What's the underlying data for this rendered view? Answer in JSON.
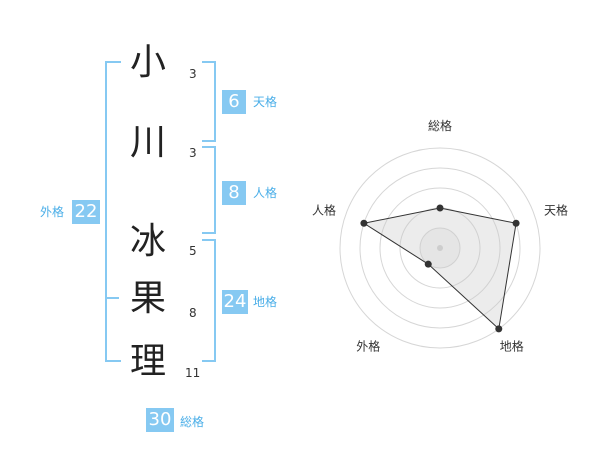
{
  "name": {
    "chars": [
      {
        "char": "小",
        "strokes": "3"
      },
      {
        "char": "川",
        "strokes": "3"
      },
      {
        "char": "冰",
        "strokes": "5"
      },
      {
        "char": "果",
        "strokes": "8"
      },
      {
        "char": "理",
        "strokes": "11"
      }
    ]
  },
  "kakaku": {
    "tenkaku": {
      "value": "6",
      "label": "天格"
    },
    "jinkaku": {
      "value": "8",
      "label": "人格"
    },
    "chikaku": {
      "value": "24",
      "label": "地格"
    },
    "gaikaku": {
      "value": "22",
      "label": "外格"
    },
    "soukaku": {
      "value": "30",
      "label": "総格"
    }
  },
  "colors": {
    "accent": "#86c9f2",
    "accent_text": "#4aaee8"
  },
  "chart_data": {
    "type": "radar",
    "axes": [
      "総格",
      "天格",
      "地格",
      "外格",
      "人格"
    ],
    "values": [
      2,
      4,
      5,
      1,
      4
    ],
    "max": 5,
    "rings": 5
  }
}
